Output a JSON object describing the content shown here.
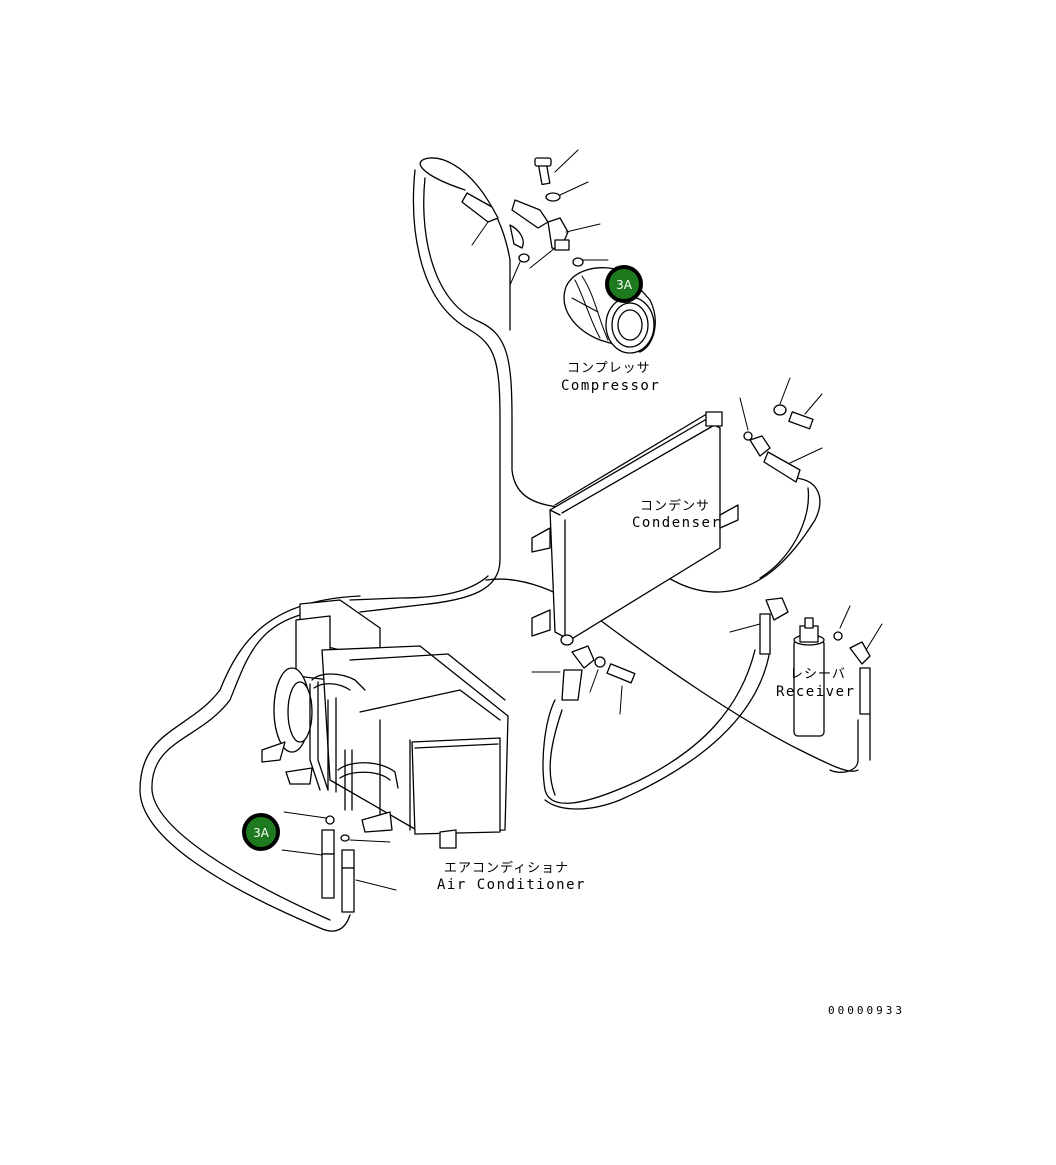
{
  "colors": {
    "badge_fill": "#1e7a1e",
    "badge_ring": "#000000",
    "line": "#000000",
    "background": "#ffffff"
  },
  "badges": [
    {
      "id": "compressor",
      "text": "3A"
    },
    {
      "id": "air-conditioner",
      "text": "3A"
    }
  ],
  "labels": {
    "compressor": {
      "jp": "コンプレッサ",
      "en": "Compressor"
    },
    "condenser": {
      "jp": "コンデンサ",
      "en": "Condenser"
    },
    "receiver": {
      "jp": "レシーバ",
      "en": "Receiver"
    },
    "air_conditioner": {
      "jp": "エアコンディショナ",
      "en": "Air Conditioner"
    }
  },
  "drawing_code": "00000933"
}
